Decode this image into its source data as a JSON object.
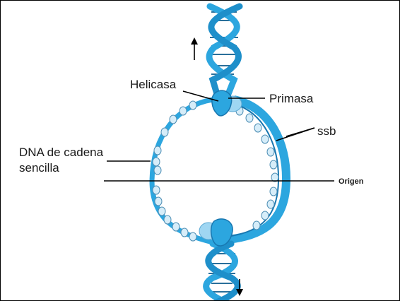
{
  "labels": {
    "helicasa": "Helicasa",
    "primasa": "Primasa",
    "ssb": "ssb",
    "dna_line1": "DNA de cadena",
    "dna_line2": "sencilla",
    "origen": "Origen"
  },
  "colors": {
    "strand": "#2ca6df",
    "strand_dark": "#1877b0",
    "strand_light": "#9fd6f2",
    "ssb_fill": "#d6edf9",
    "ssb_stroke": "#4f8fb5",
    "leader": "#000000"
  },
  "icons": {
    "arrow_up": "arrow-up-icon",
    "arrow_down": "arrow-down-icon"
  }
}
